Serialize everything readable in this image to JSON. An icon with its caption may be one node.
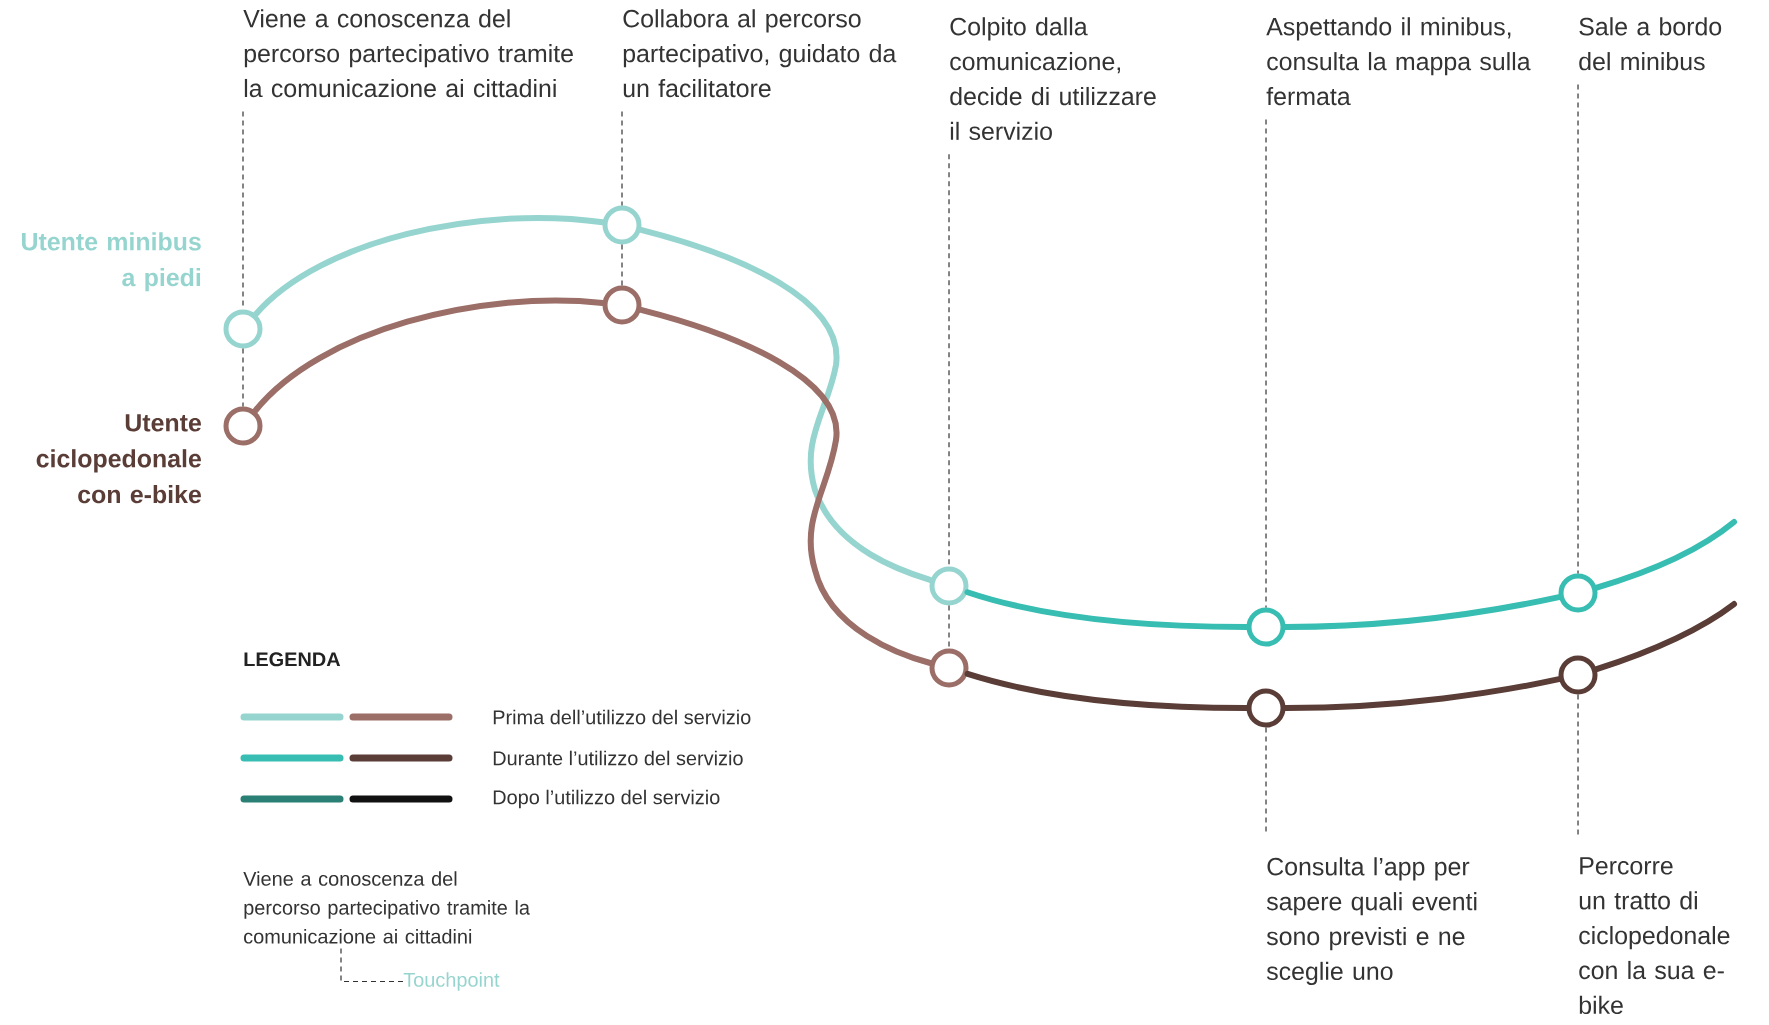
{
  "diagram": {
    "nodes": [
      {
        "text": [
          "Viene a conoscenza del percorso partecipativo tramite la comunicazione ai cittadini"
        ]
      },
      {
        "text": [
          "Collabora al percorso partecipativo, guidato da un facilitatore"
        ]
      },
      {
        "text": [
          "Colpito dalla comunicazione, decide di utilizzare il servizio"
        ]
      },
      {
        "text": [
          "Aspettando il minibus, consulta la mappa sulla fermata"
        ]
      },
      {
        "text": [
          "Sale a bordo del minibus"
        ]
      },
      {
        "text": [
          "Consulta l’app per sapere quali eventi sono previsti e ne sceglie uno"
        ]
      },
      {
        "text": [
          "Percorre un tratto di ciclopedonale con la sua e-bike"
        ]
      },
      {
        "text": [],
        "shape": "circle"
      },
      {
        "text": [],
        "shape": "circle"
      },
      {
        "text": [],
        "shape": "circle"
      },
      {
        "text": [],
        "shape": "circle"
      },
      {
        "text": [],
        "shape": "circle"
      },
      {
        "text": [],
        "shape": "circle"
      },
      {
        "text": [],
        "shape": "circle"
      },
      {
        "text": [],
        "shape": "circle"
      },
      {
        "text": [],
        "shape": "circle"
      },
      {
        "text": [],
        "shape": "circle"
      },
      {
        "text": [
          "Viene a conoscenza del percorso partecipativo tramite la comunicazione ai cittadini"
        ]
      },
      {
        "text": [
          "Touchpoint"
        ]
      }
    ],
    "edges": [
      {
        "from": 7,
        "to": 8,
        "arrow": "none",
        "style": "thick",
        "color": "#96d5cf"
      },
      {
        "from": 8,
        "to": 9,
        "arrow": "none",
        "style": "thick",
        "color": "#96d5cf"
      },
      {
        "from": 9,
        "to": 10,
        "arrow": "none",
        "style": "thick",
        "color": "#37bdb1"
      },
      {
        "from": 10,
        "to": 11,
        "arrow": "none",
        "style": "thick",
        "color": "#37bdb1"
      },
      {
        "from": 11,
        "to": null,
        "arrow": "none",
        "style": "thick",
        "color": "#37bdb1"
      },
      {
        "from": 12,
        "to": 13,
        "arrow": "none",
        "style": "thick",
        "color": "#9b6e67"
      },
      {
        "from": 13,
        "to": 14,
        "arrow": "none",
        "style": "thick",
        "color": "#9b6e67"
      },
      {
        "from": 14,
        "to": 15,
        "arrow": "none",
        "style": "thick",
        "color": "#5a3d37"
      },
      {
        "from": 15,
        "to": 16,
        "arrow": "none",
        "style": "thick",
        "color": "#5a3d37"
      },
      {
        "from": 16,
        "to": null,
        "arrow": "none",
        "style": "thick",
        "color": "#5a3d37"
      },
      {
        "from": 0,
        "to": 7,
        "arrow": "none",
        "style": "dashed"
      },
      {
        "from": 7,
        "to": 12,
        "arrow": "none",
        "style": "dashed"
      },
      {
        "from": 1,
        "to": 8,
        "arrow": "none",
        "style": "dashed"
      },
      {
        "from": 8,
        "to": 13,
        "arrow": "none",
        "style": "dashed"
      },
      {
        "from": 2,
        "to": 9,
        "arrow": "none",
        "style": "dashed"
      },
      {
        "from": 9,
        "to": 14,
        "arrow": "none",
        "style": "dashed"
      },
      {
        "from": 3,
        "to": 10,
        "arrow": "none",
        "style": "dashed"
      },
      {
        "from": 4,
        "to": 11,
        "arrow": "none",
        "style": "dashed"
      },
      {
        "from": 15,
        "to": 5,
        "arrow": "none",
        "style": "dashed"
      },
      {
        "from": 16,
        "to": 6,
        "arrow": "none",
        "style": "dashed"
      },
      {
        "from": 18,
        "to": 17,
        "arrow": "none",
        "style": "dashed"
      }
    ],
    "labels": [
      "Utente minibus a piedi",
      "Utente ciclopedonale con e-bike",
      "LEGENDA"
    ],
    "legend": [
      {
        "text": "Prima dell’utilizzo del servizio"
      },
      {
        "text": "Durante l’utilizzo del servizio"
      },
      {
        "text": "Dopo l’utilizzo del servizio"
      }
    ]
  }
}
